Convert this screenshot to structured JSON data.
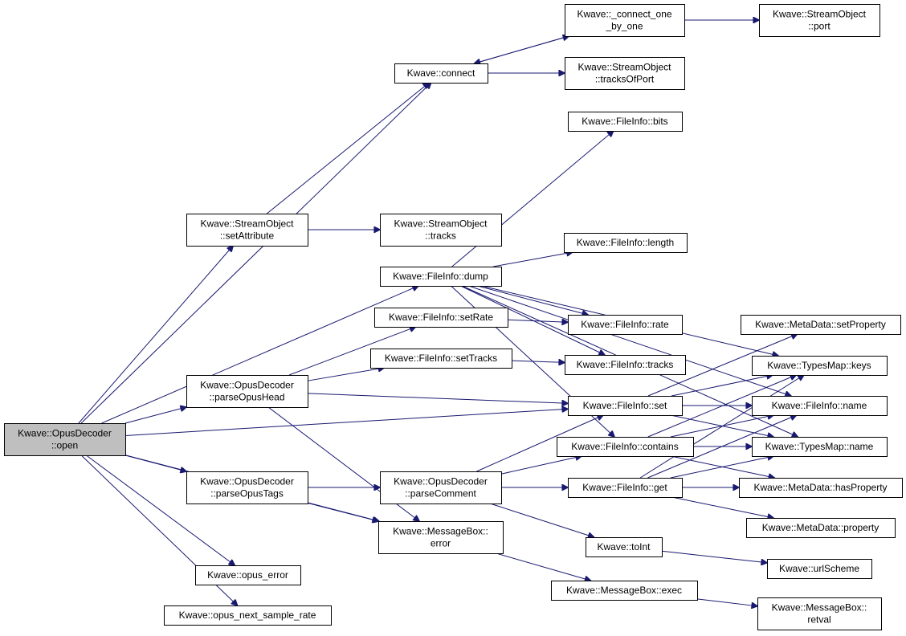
{
  "diagram": {
    "edge_color": "#191970",
    "root_fill": "#bfbfbf",
    "node_fill": "#ffffff",
    "nodes": {
      "open": [
        "Kwave::OpusDecoder",
        "::open"
      ],
      "connect": [
        "Kwave::connect"
      ],
      "connect_one": [
        "Kwave::_connect_one",
        "_by_one"
      ],
      "so_port": [
        "Kwave::StreamObject",
        "::port"
      ],
      "so_tracksOfPort": [
        "Kwave::StreamObject",
        "::tracksOfPort"
      ],
      "so_setAttribute": [
        "Kwave::StreamObject",
        "::setAttribute"
      ],
      "so_tracks": [
        "Kwave::StreamObject",
        "::tracks"
      ],
      "fi_bits": [
        "Kwave::FileInfo::bits"
      ],
      "fi_length": [
        "Kwave::FileInfo::length"
      ],
      "fi_dump": [
        "Kwave::FileInfo::dump"
      ],
      "fi_setRate": [
        "Kwave::FileInfo::setRate"
      ],
      "fi_rate": [
        "Kwave::FileInfo::rate"
      ],
      "fi_setTracks": [
        "Kwave::FileInfo::setTracks"
      ],
      "fi_tracks": [
        "Kwave::FileInfo::tracks"
      ],
      "md_setProperty": [
        "Kwave::MetaData::setProperty"
      ],
      "tm_keys": [
        "Kwave::TypesMap::keys"
      ],
      "fi_name": [
        "Kwave::FileInfo::name"
      ],
      "fi_set": [
        "Kwave::FileInfo::set"
      ],
      "fi_contains": [
        "Kwave::FileInfo::contains"
      ],
      "tm_name": [
        "Kwave::TypesMap::name"
      ],
      "parseOpusHead": [
        "Kwave::OpusDecoder",
        "::parseOpusHead"
      ],
      "parseOpusTags": [
        "Kwave::OpusDecoder",
        "::parseOpusTags"
      ],
      "parseComment": [
        "Kwave::OpusDecoder",
        "::parseComment"
      ],
      "fi_get": [
        "Kwave::FileInfo::get"
      ],
      "md_hasProperty": [
        "Kwave::MetaData::hasProperty"
      ],
      "md_property": [
        "Kwave::MetaData::property"
      ],
      "mb_error": [
        "Kwave::MessageBox::",
        "error"
      ],
      "toInt": [
        "Kwave::toInt"
      ],
      "urlScheme": [
        "Kwave::urlScheme"
      ],
      "opus_error": [
        "Kwave::opus_error"
      ],
      "mb_exec": [
        "Kwave::MessageBox::exec"
      ],
      "opus_next": [
        "Kwave::opus_next_sample_rate"
      ],
      "mb_retval": [
        "Kwave::MessageBox::",
        "retval"
      ]
    }
  }
}
